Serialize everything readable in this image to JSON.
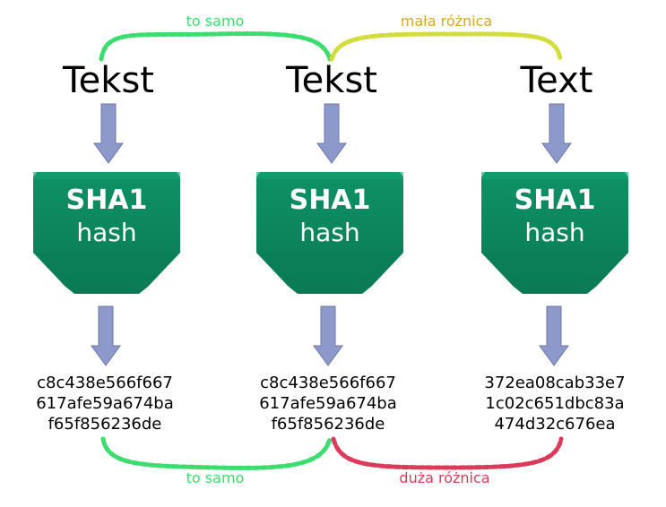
{
  "colors": {
    "same": "#3ddc6e",
    "small_diff": "#d2dc3a",
    "big_diff": "#dc3a5a",
    "hopper": "#0d8a5f",
    "arrow": "#8e99cb"
  },
  "top_links": {
    "same": "to samo",
    "small_difference": "mała różnica"
  },
  "bottom_links": {
    "same": "to samo",
    "big_difference": "duża różnica"
  },
  "columns": [
    {
      "input": "Tekst",
      "hash_title": "SHA1",
      "hash_sub": "hash",
      "output": [
        "c8c438e566f667",
        "617afe59a674ba",
        "f65f856236de"
      ]
    },
    {
      "input": "Tekst",
      "hash_title": "SHA1",
      "hash_sub": "hash",
      "output": [
        "c8c438e566f667",
        "617afe59a674ba",
        "f65f856236de"
      ]
    },
    {
      "input": "Text",
      "hash_title": "SHA1",
      "hash_sub": "hash",
      "output": [
        "372ea08cab33e7",
        "1c02c651dbc83a",
        "474d32c676ea"
      ]
    }
  ]
}
